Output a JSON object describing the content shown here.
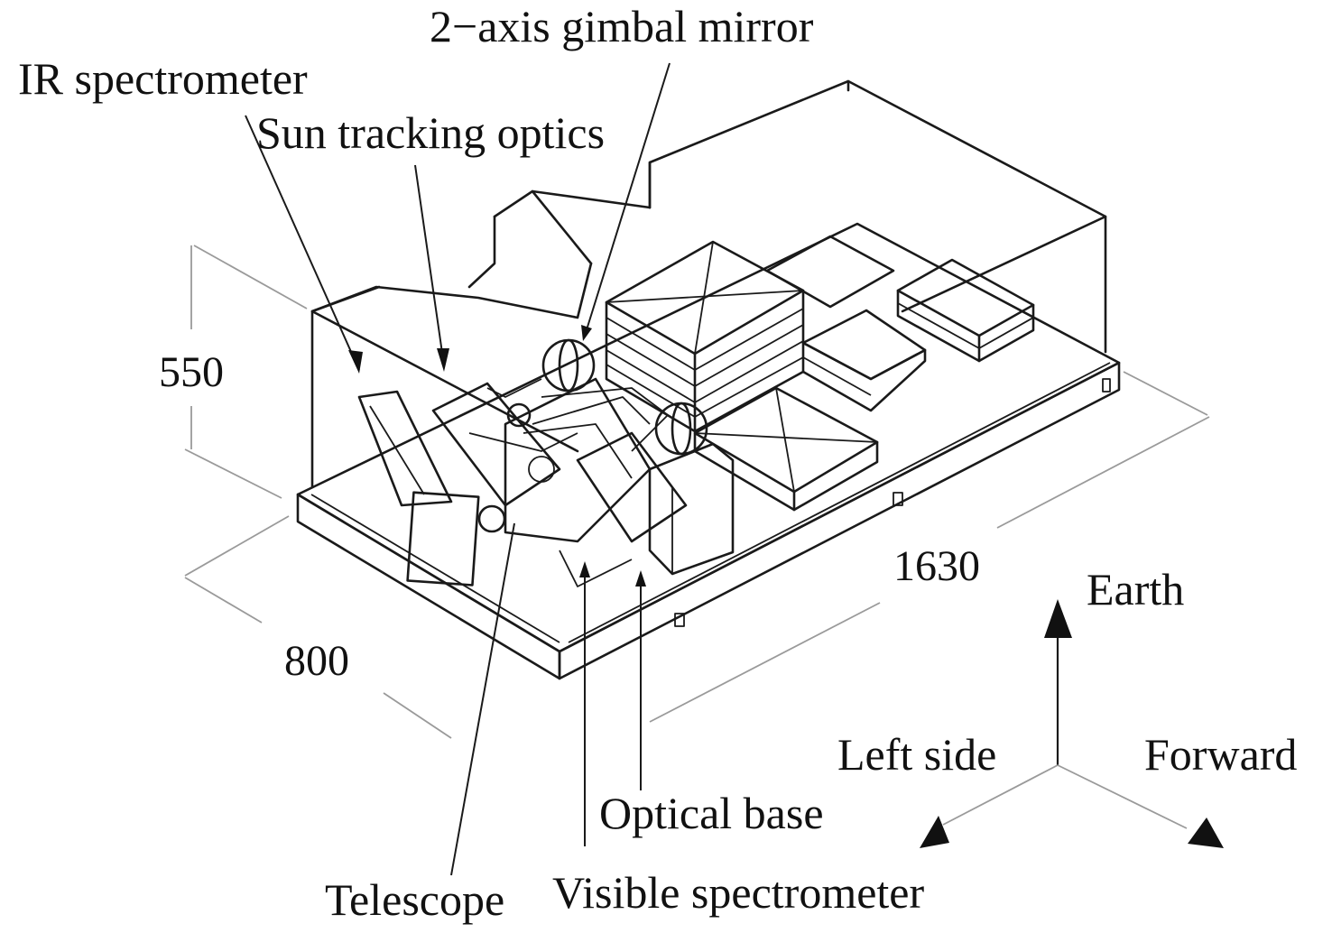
{
  "figure": {
    "kind": "isometric instrument layout drawing",
    "labels": {
      "ir_spectrometer": "IR spectrometer",
      "sun_tracking_optics": "Sun tracking optics",
      "gimbal_mirror": "2−axis gimbal mirror",
      "telescope": "Telescope",
      "visible_spectrometer": "Visible spectrometer",
      "optical_base": "Optical base"
    },
    "dimensions": {
      "height": "550",
      "width": "800",
      "length": "1630"
    },
    "axes": {
      "up": "Earth",
      "left": "Left side",
      "right": "Forward"
    },
    "colors": {
      "line": "#1a1a1a",
      "dimension_line": "#9a9a9a",
      "background": "#ffffff"
    }
  }
}
